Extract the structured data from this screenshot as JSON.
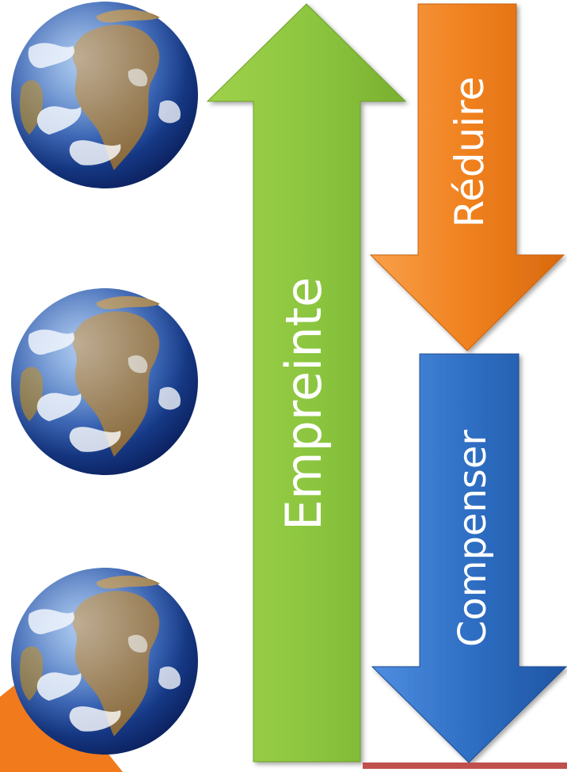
{
  "arrows": {
    "up": {
      "label": "Empreinte",
      "color": "#8dc63f"
    },
    "down_top": {
      "label": "Réduire",
      "color": "#f0811f"
    },
    "down_bottom": {
      "label": "Compenser",
      "color": "#2f6fc4"
    }
  },
  "globes": [
    {
      "icon": "earth-globe-icon"
    },
    {
      "icon": "earth-globe-icon"
    },
    {
      "icon": "earth-globe-icon"
    }
  ],
  "colors": {
    "baseline": "#c0504d",
    "corner": "#f07a1c"
  }
}
